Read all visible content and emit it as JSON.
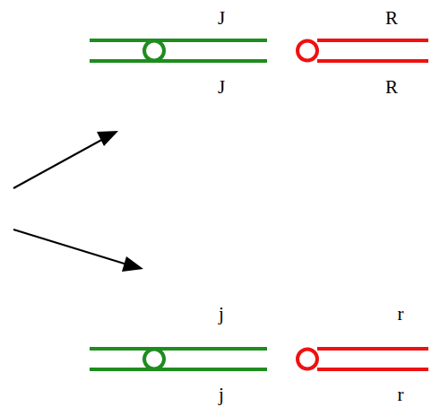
{
  "diagram": {
    "labels": [
      "J",
      "R",
      "J",
      "R",
      "j",
      "r",
      "j",
      "r"
    ]
  }
}
